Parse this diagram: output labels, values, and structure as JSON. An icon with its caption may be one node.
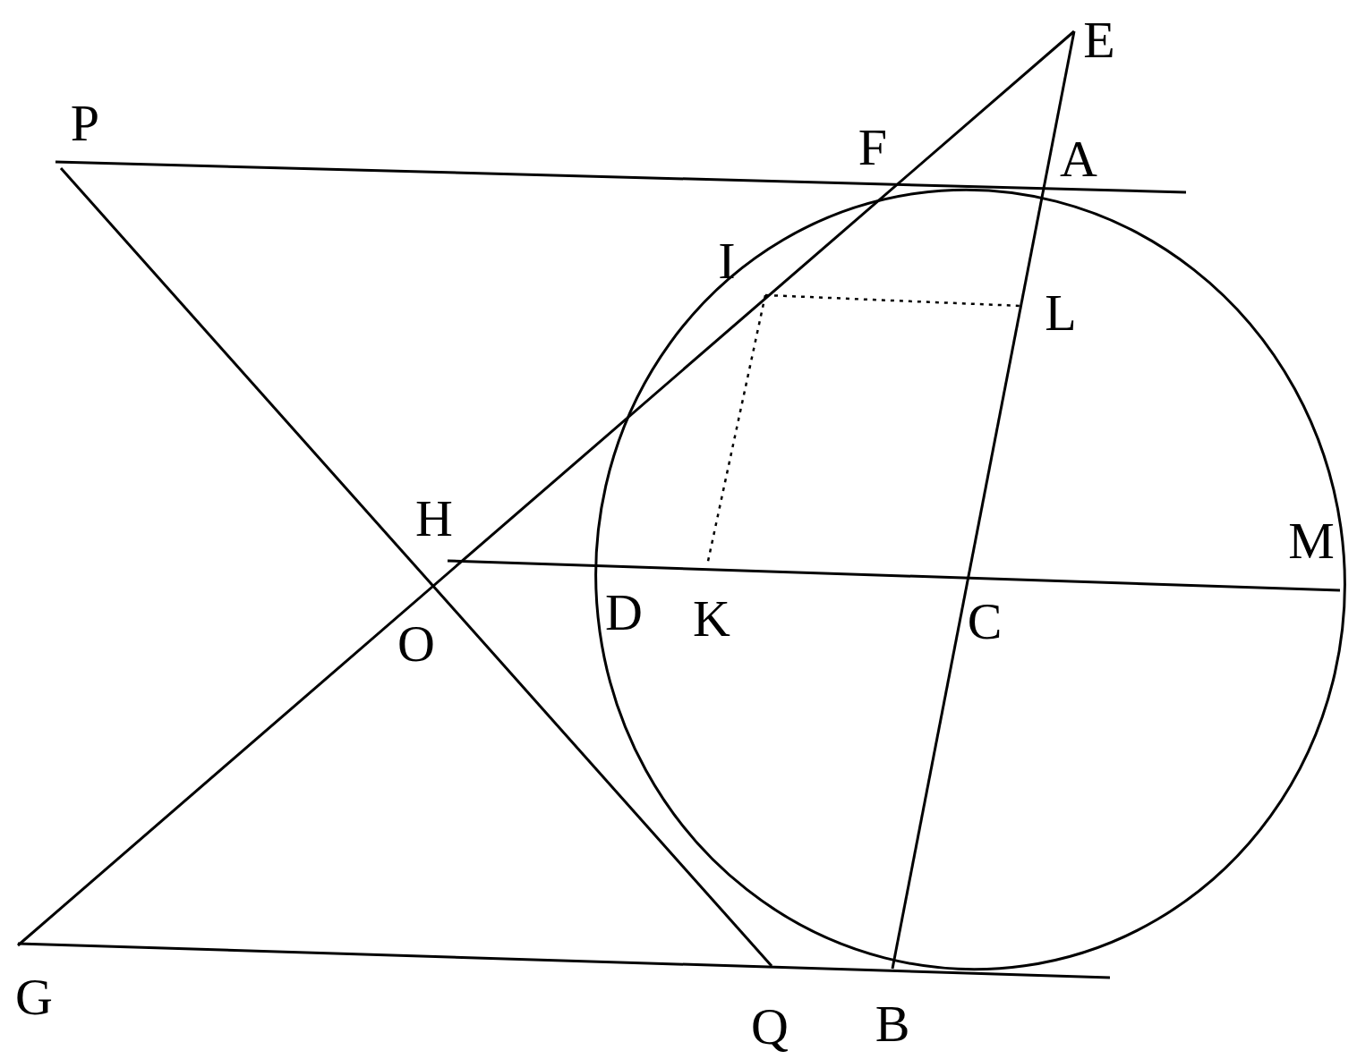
{
  "diagram": {
    "labels": [
      "E",
      "P",
      "F",
      "A",
      "I",
      "L",
      "H",
      "M",
      "D",
      "K",
      "C",
      "O",
      "G",
      "Q",
      "B"
    ]
  }
}
